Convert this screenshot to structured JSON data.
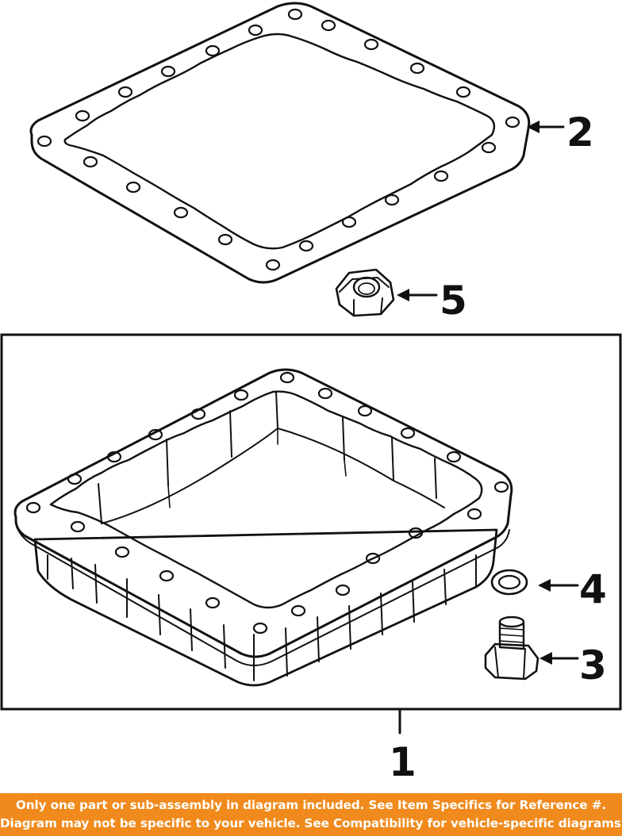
{
  "callouts": {
    "pan": "1",
    "gasket": "2",
    "drain_plug": "3",
    "washer": "4",
    "nut": "5"
  },
  "notice": {
    "line1": "Only one part or sub-assembly in diagram included. See Item Specifics for Reference #.",
    "line2": "Diagram may not be specific to your vehicle. See Compatibility for vehicle-specific diagrams."
  },
  "colors": {
    "banner_bg": "#f08a1c",
    "banner_text": "#ffffff",
    "line": "#111111"
  }
}
